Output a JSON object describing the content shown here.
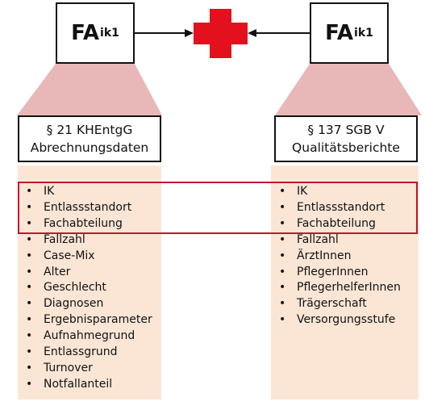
{
  "top_boxes": {
    "left": {
      "main": "FA",
      "sub": "ik1"
    },
    "right": {
      "main": "FA",
      "sub": "ik1"
    }
  },
  "sources": {
    "left": {
      "line1": "§ 21 KHEntgG",
      "line2": "Abrechnungsdaten"
    },
    "right": {
      "line1": "§ 137 SGB V",
      "line2": "Qualitätsberichte"
    }
  },
  "lists": {
    "left": [
      "IK",
      "Entlassstandort",
      "Fachabteilung",
      "Fallzahl",
      "Case-Mix",
      "Alter",
      "Geschlecht",
      "Diagnosen",
      "Ergebnisparameter",
      "Aufnahmegrund",
      "Entlassgrund",
      "Turnover",
      "Notfallanteil"
    ],
    "right": [
      "IK",
      "Entlassstandort",
      "Fachabteilung",
      "Fallzahl",
      "ÄrztInnen",
      "PflegerInnen",
      "PflegerhelferInnen",
      "Trägerschaft",
      "Versorgungsstufe"
    ]
  },
  "bullet_char": "•",
  "colors": {
    "cross": "#e3101e",
    "highlight": "#c8102e",
    "column_fill": "#fbe6d6",
    "funnel_fill": "#e8b8b8"
  },
  "icons": {
    "center": "red-cross-icon"
  }
}
